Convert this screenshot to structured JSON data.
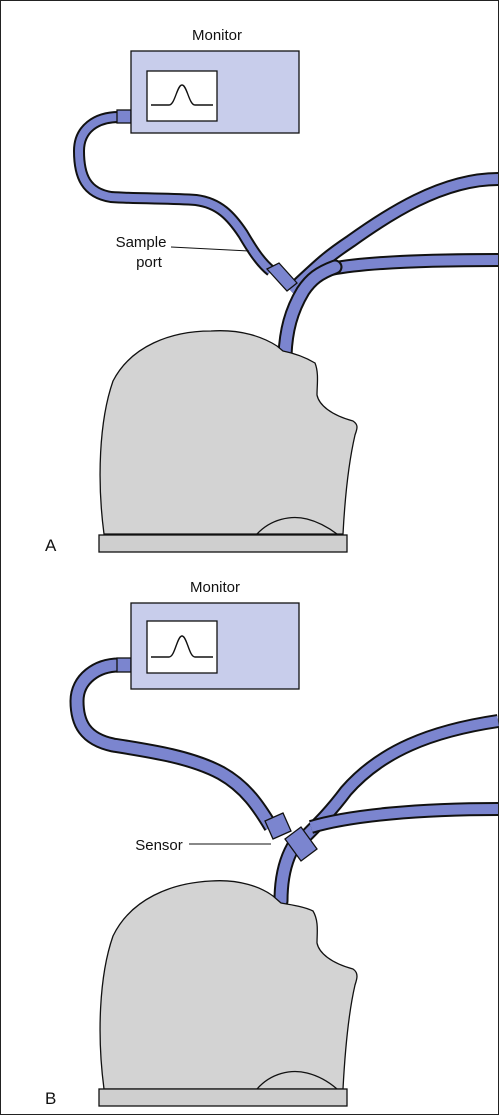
{
  "panel_a": {
    "letter": "A",
    "monitor_label": "Monitor",
    "callout_line1": "Sample",
    "callout_line2": "port"
  },
  "panel_b": {
    "letter": "B",
    "monitor_label": "Monitor",
    "callout_line1": "Sensor"
  },
  "colors": {
    "tube": "#7b85cf",
    "monitor_fill": "#c8cdeb",
    "head_fill": "#d3d3d3",
    "table_fill": "#cfcfcf",
    "outline": "#111111"
  }
}
